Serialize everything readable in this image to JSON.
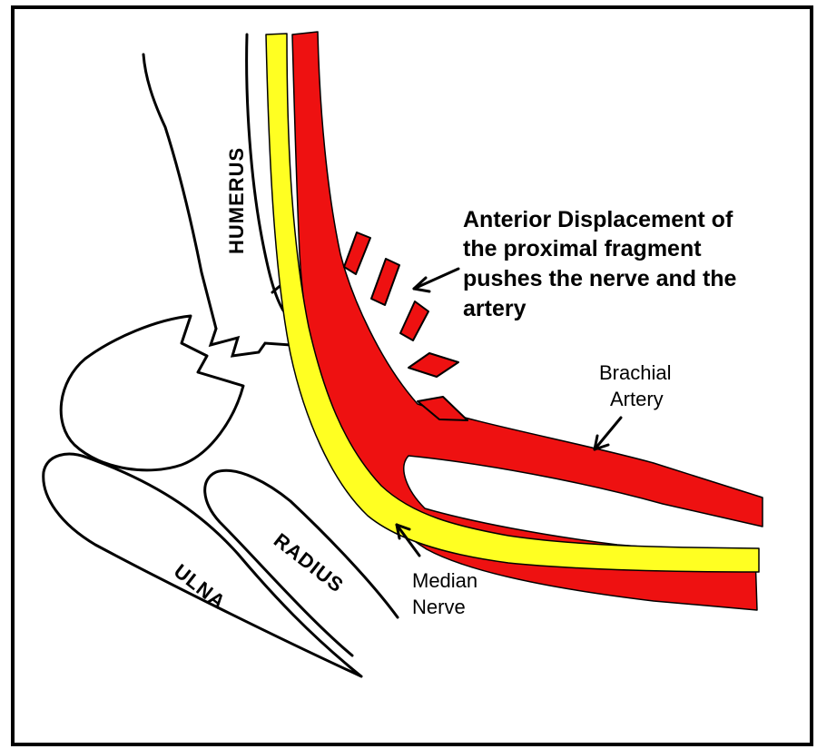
{
  "labels": {
    "humerus": "HUMERUS",
    "radius": "RADIUS",
    "ulna": "ULNA",
    "brachial_artery": [
      "Brachial",
      "Artery"
    ],
    "median_nerve": [
      "Median",
      "Nerve"
    ],
    "callout": [
      "Anterior Displacement of",
      "the proximal fragment",
      "pushes the nerve and the",
      "artery"
    ]
  },
  "colors": {
    "artery": "#ee1111",
    "nerve": "#ffff22",
    "outline": "#000000",
    "background": "#ffffff"
  }
}
